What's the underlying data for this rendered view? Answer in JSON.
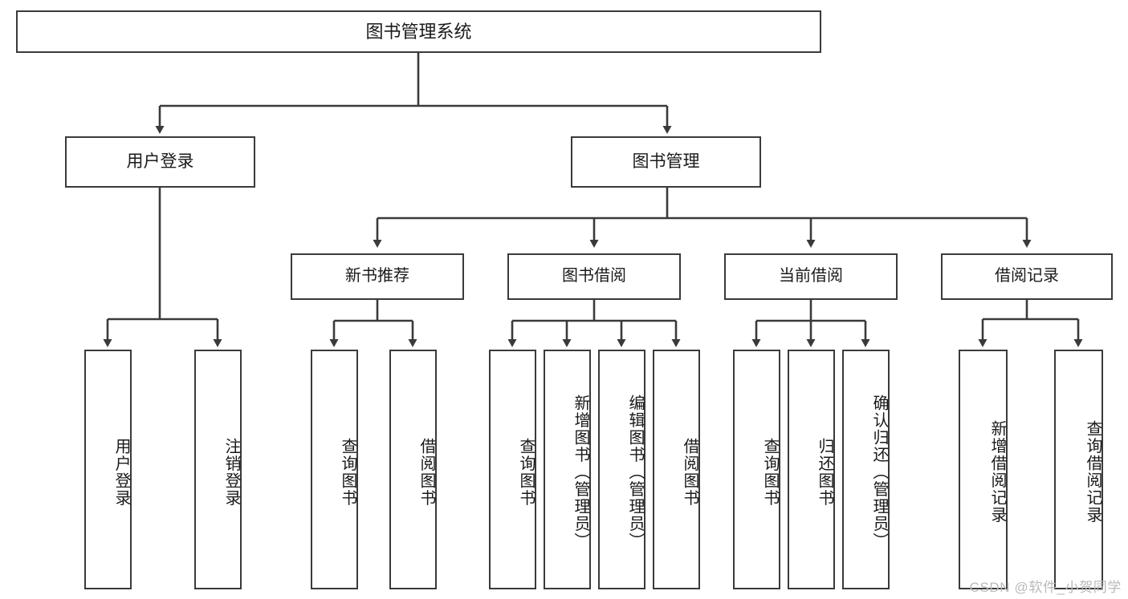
{
  "diagram": {
    "title": "图书管理系统",
    "type": "tree",
    "stroke_color": "#3a3a3a",
    "background_color": "#ffffff",
    "text_color": "#1a1a1a"
  },
  "root": {
    "label": "图书管理系统"
  },
  "level2": [
    {
      "label": "用户登录"
    },
    {
      "label": "图书管理"
    }
  ],
  "level3": [
    {
      "label": "新书推荐"
    },
    {
      "label": "图书借阅"
    },
    {
      "label": "当前借阅"
    },
    {
      "label": "借阅记录"
    }
  ],
  "leaves": {
    "user_login": [
      {
        "label": "用户登录"
      },
      {
        "label": "注销登录"
      }
    ],
    "new_book_recommend": [
      {
        "label": "查询图书"
      },
      {
        "label": "借阅图书"
      }
    ],
    "book_borrow": [
      {
        "label": "查询图书"
      },
      {
        "label": "新增图书（管理员）"
      },
      {
        "label": "编辑图书（管理员）"
      },
      {
        "label": "借阅图书"
      }
    ],
    "current_borrow": [
      {
        "label": "查询图书"
      },
      {
        "label": "归还图书"
      },
      {
        "label": "确认归还（管理员）"
      }
    ],
    "borrow_record": [
      {
        "label": "新增借阅记录"
      },
      {
        "label": "查询借阅记录"
      }
    ]
  },
  "watermark": {
    "text": "CSDN @软件_小贺同学",
    "color": "#b9b9b9"
  }
}
